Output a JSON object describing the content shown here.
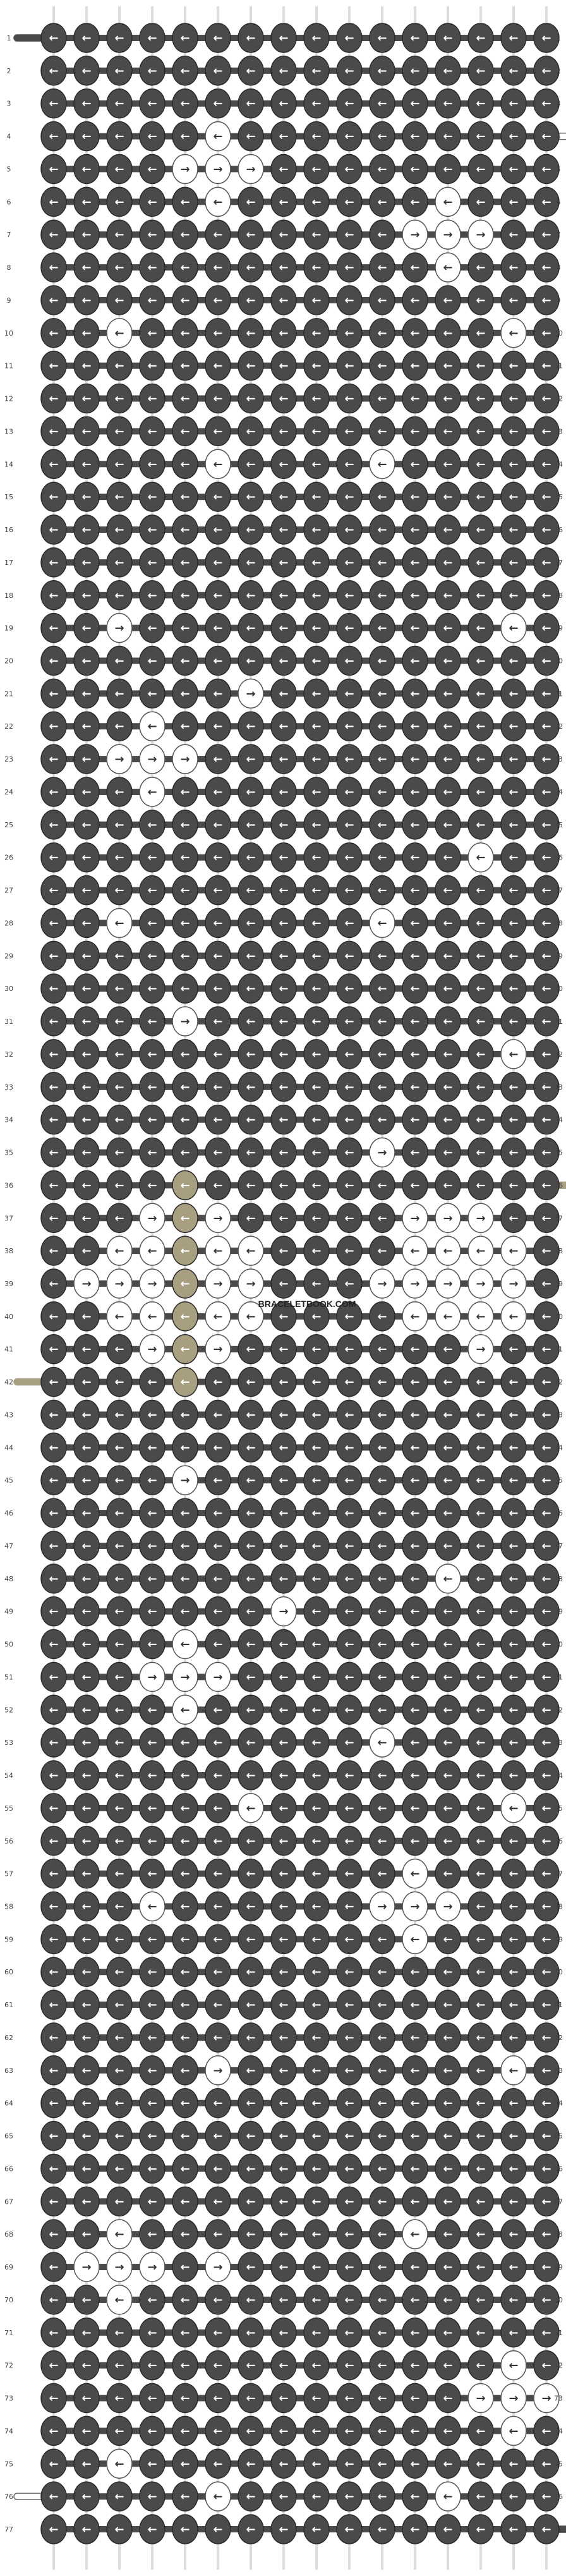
{
  "watermark": "BRACELETBOOK.COM",
  "colors": {
    "A": "#4a4a4a",
    "B": "#ffffff",
    "C": "#a89e80",
    "background": "#ffffff",
    "row_number": "#444444"
  },
  "row_count": 77,
  "strand_count": 16,
  "row_labels": [
    "1",
    "2",
    "3",
    "4",
    "5",
    "6",
    "7",
    "8",
    "9",
    "10",
    "11",
    "12",
    "13",
    "14",
    "15",
    "16",
    "17",
    "18",
    "19",
    "20",
    "21",
    "22",
    "23",
    "24",
    "25",
    "26",
    "27",
    "28",
    "29",
    "30",
    "31",
    "32",
    "33",
    "34",
    "35",
    "36",
    "37",
    "38",
    "39",
    "40",
    "41",
    "42",
    "43",
    "44",
    "45",
    "46",
    "47",
    "48",
    "49",
    "50",
    "51",
    "52",
    "53",
    "54",
    "55",
    "56",
    "57",
    "58",
    "59",
    "60",
    "61",
    "62",
    "63",
    "64",
    "65",
    "66",
    "67",
    "68",
    "69",
    "70",
    "71",
    "72",
    "73",
    "74",
    "75",
    "76",
    "77"
  ],
  "default_knot": {
    "color": "A",
    "arrow": "←"
  },
  "knot_overrides": [
    {
      "row": 4,
      "col": 5,
      "color": "B",
      "arrow": "←"
    },
    {
      "row": 5,
      "col": 4,
      "color": "B",
      "arrow": "→"
    },
    {
      "row": 5,
      "col": 5,
      "color": "B",
      "arrow": "→"
    },
    {
      "row": 5,
      "col": 6,
      "color": "B",
      "arrow": "→"
    },
    {
      "row": 6,
      "col": 5,
      "color": "B",
      "arrow": "←"
    },
    {
      "row": 6,
      "col": 12,
      "color": "B",
      "arrow": "←"
    },
    {
      "row": 7,
      "col": 11,
      "color": "B",
      "arrow": "→"
    },
    {
      "row": 7,
      "col": 12,
      "color": "B",
      "arrow": "→"
    },
    {
      "row": 7,
      "col": 13,
      "color": "B",
      "arrow": "→"
    },
    {
      "row": 8,
      "col": 12,
      "color": "B",
      "arrow": "←"
    },
    {
      "row": 10,
      "col": 2,
      "color": "B",
      "arrow": "←"
    },
    {
      "row": 10,
      "col": 14,
      "color": "B",
      "arrow": "←"
    },
    {
      "row": 14,
      "col": 5,
      "color": "B",
      "arrow": "←"
    },
    {
      "row": 14,
      "col": 10,
      "color": "B",
      "arrow": "←"
    },
    {
      "row": 19,
      "col": 2,
      "color": "B",
      "arrow": "→"
    },
    {
      "row": 19,
      "col": 14,
      "color": "B",
      "arrow": "←"
    },
    {
      "row": 21,
      "col": 6,
      "color": "B",
      "arrow": "→"
    },
    {
      "row": 22,
      "col": 3,
      "color": "B",
      "arrow": "←"
    },
    {
      "row": 23,
      "col": 2,
      "color": "B",
      "arrow": "→"
    },
    {
      "row": 23,
      "col": 3,
      "color": "B",
      "arrow": "→"
    },
    {
      "row": 23,
      "col": 4,
      "color": "B",
      "arrow": "→"
    },
    {
      "row": 24,
      "col": 3,
      "color": "B",
      "arrow": "←"
    },
    {
      "row": 26,
      "col": 13,
      "color": "B",
      "arrow": "←"
    },
    {
      "row": 28,
      "col": 2,
      "color": "B",
      "arrow": "←"
    },
    {
      "row": 28,
      "col": 10,
      "color": "B",
      "arrow": "←"
    },
    {
      "row": 31,
      "col": 4,
      "color": "B",
      "arrow": "→"
    },
    {
      "row": 32,
      "col": 14,
      "color": "B",
      "arrow": "←"
    },
    {
      "row": 35,
      "col": 10,
      "color": "B",
      "arrow": "→"
    },
    {
      "row": 36,
      "col": 4,
      "color": "C",
      "arrow": "←"
    },
    {
      "row": 37,
      "col": 3,
      "color": "B",
      "arrow": "→"
    },
    {
      "row": 37,
      "col": 4,
      "color": "C",
      "arrow": "←"
    },
    {
      "row": 37,
      "col": 5,
      "color": "B",
      "arrow": "→"
    },
    {
      "row": 37,
      "col": 11,
      "color": "B",
      "arrow": "→"
    },
    {
      "row": 37,
      "col": 12,
      "color": "B",
      "arrow": "→"
    },
    {
      "row": 37,
      "col": 13,
      "color": "B",
      "arrow": "→"
    },
    {
      "row": 38,
      "col": 2,
      "color": "B",
      "arrow": "←"
    },
    {
      "row": 38,
      "col": 3,
      "color": "B",
      "arrow": "←"
    },
    {
      "row": 38,
      "col": 4,
      "color": "C",
      "arrow": "←"
    },
    {
      "row": 38,
      "col": 5,
      "color": "B",
      "arrow": "←"
    },
    {
      "row": 38,
      "col": 6,
      "color": "B",
      "arrow": "←"
    },
    {
      "row": 38,
      "col": 11,
      "color": "B",
      "arrow": "←"
    },
    {
      "row": 38,
      "col": 12,
      "color": "B",
      "arrow": "←"
    },
    {
      "row": 38,
      "col": 13,
      "color": "B",
      "arrow": "←"
    },
    {
      "row": 38,
      "col": 14,
      "color": "B",
      "arrow": "←"
    },
    {
      "row": 39,
      "col": 1,
      "color": "B",
      "arrow": "→"
    },
    {
      "row": 39,
      "col": 2,
      "color": "B",
      "arrow": "→"
    },
    {
      "row": 39,
      "col": 3,
      "color": "B",
      "arrow": "→"
    },
    {
      "row": 39,
      "col": 4,
      "color": "C",
      "arrow": "←"
    },
    {
      "row": 39,
      "col": 5,
      "color": "B",
      "arrow": "→"
    },
    {
      "row": 39,
      "col": 6,
      "color": "B",
      "arrow": "→"
    },
    {
      "row": 39,
      "col": 10,
      "color": "B",
      "arrow": "→"
    },
    {
      "row": 39,
      "col": 11,
      "color": "B",
      "arrow": "→"
    },
    {
      "row": 39,
      "col": 12,
      "color": "B",
      "arrow": "→"
    },
    {
      "row": 39,
      "col": 13,
      "color": "B",
      "arrow": "→"
    },
    {
      "row": 39,
      "col": 14,
      "color": "B",
      "arrow": "→"
    },
    {
      "row": 40,
      "col": 2,
      "color": "B",
      "arrow": "←"
    },
    {
      "row": 40,
      "col": 3,
      "color": "B",
      "arrow": "←"
    },
    {
      "row": 40,
      "col": 4,
      "color": "C",
      "arrow": "←"
    },
    {
      "row": 40,
      "col": 5,
      "color": "B",
      "arrow": "←"
    },
    {
      "row": 40,
      "col": 6,
      "color": "B",
      "arrow": "←"
    },
    {
      "row": 40,
      "col": 11,
      "color": "B",
      "arrow": "←"
    },
    {
      "row": 40,
      "col": 12,
      "color": "B",
      "arrow": "←"
    },
    {
      "row": 40,
      "col": 13,
      "color": "B",
      "arrow": "←"
    },
    {
      "row": 40,
      "col": 14,
      "color": "B",
      "arrow": "←"
    },
    {
      "row": 41,
      "col": 3,
      "color": "B",
      "arrow": "→"
    },
    {
      "row": 41,
      "col": 4,
      "color": "C",
      "arrow": "←"
    },
    {
      "row": 41,
      "col": 5,
      "color": "B",
      "arrow": "→"
    },
    {
      "row": 41,
      "col": 13,
      "color": "B",
      "arrow": "→"
    },
    {
      "row": 42,
      "col": 4,
      "color": "C",
      "arrow": "←"
    },
    {
      "row": 45,
      "col": 4,
      "color": "B",
      "arrow": "→"
    },
    {
      "row": 48,
      "col": 12,
      "color": "B",
      "arrow": "←"
    },
    {
      "row": 49,
      "col": 7,
      "color": "B",
      "arrow": "→"
    },
    {
      "row": 50,
      "col": 4,
      "color": "B",
      "arrow": "←"
    },
    {
      "row": 51,
      "col": 3,
      "color": "B",
      "arrow": "→"
    },
    {
      "row": 51,
      "col": 4,
      "color": "B",
      "arrow": "→"
    },
    {
      "row": 51,
      "col": 5,
      "color": "B",
      "arrow": "→"
    },
    {
      "row": 52,
      "col": 4,
      "color": "B",
      "arrow": "←"
    },
    {
      "row": 53,
      "col": 10,
      "color": "B",
      "arrow": "←"
    },
    {
      "row": 55,
      "col": 6,
      "color": "B",
      "arrow": "←"
    },
    {
      "row": 55,
      "col": 14,
      "color": "B",
      "arrow": "←"
    },
    {
      "row": 57,
      "col": 11,
      "color": "B",
      "arrow": "←"
    },
    {
      "row": 58,
      "col": 3,
      "color": "B",
      "arrow": "←"
    },
    {
      "row": 58,
      "col": 10,
      "color": "B",
      "arrow": "→"
    },
    {
      "row": 58,
      "col": 11,
      "color": "B",
      "arrow": "→"
    },
    {
      "row": 58,
      "col": 12,
      "color": "B",
      "arrow": "→"
    },
    {
      "row": 59,
      "col": 11,
      "color": "B",
      "arrow": "←"
    },
    {
      "row": 63,
      "col": 5,
      "color": "B",
      "arrow": "→"
    },
    {
      "row": 63,
      "col": 14,
      "color": "B",
      "arrow": "←"
    },
    {
      "row": 68,
      "col": 2,
      "color": "B",
      "arrow": "←"
    },
    {
      "row": 68,
      "col": 11,
      "color": "B",
      "arrow": "←"
    },
    {
      "row": 69,
      "col": 1,
      "color": "B",
      "arrow": "→"
    },
    {
      "row": 69,
      "col": 2,
      "color": "B",
      "arrow": "→"
    },
    {
      "row": 69,
      "col": 3,
      "color": "B",
      "arrow": "→"
    },
    {
      "row": 69,
      "col": 5,
      "color": "B",
      "arrow": "→"
    },
    {
      "row": 70,
      "col": 2,
      "color": "B",
      "arrow": "←"
    },
    {
      "row": 72,
      "col": 14,
      "color": "B",
      "arrow": "←"
    },
    {
      "row": 73,
      "col": 13,
      "color": "B",
      "arrow": "→"
    },
    {
      "row": 73,
      "col": 14,
      "color": "B",
      "arrow": "→"
    },
    {
      "row": 73,
      "col": 15,
      "color": "B",
      "arrow": "→"
    },
    {
      "row": 74,
      "col": 14,
      "color": "B",
      "arrow": "←"
    },
    {
      "row": 75,
      "col": 2,
      "color": "B",
      "arrow": "←"
    },
    {
      "row": 76,
      "col": 5,
      "color": "B",
      "arrow": "←"
    },
    {
      "row": 76,
      "col": 12,
      "color": "B",
      "arrow": "←"
    }
  ],
  "side_tails": [
    {
      "row": 1,
      "side": "left",
      "color": "A"
    },
    {
      "row": 4,
      "side": "right",
      "color": "B"
    },
    {
      "row": 36,
      "side": "right",
      "color": "C"
    },
    {
      "row": 42,
      "side": "left",
      "color": "C"
    },
    {
      "row": 76,
      "side": "left",
      "color": "B"
    },
    {
      "row": 77,
      "side": "right",
      "color": "A"
    }
  ]
}
